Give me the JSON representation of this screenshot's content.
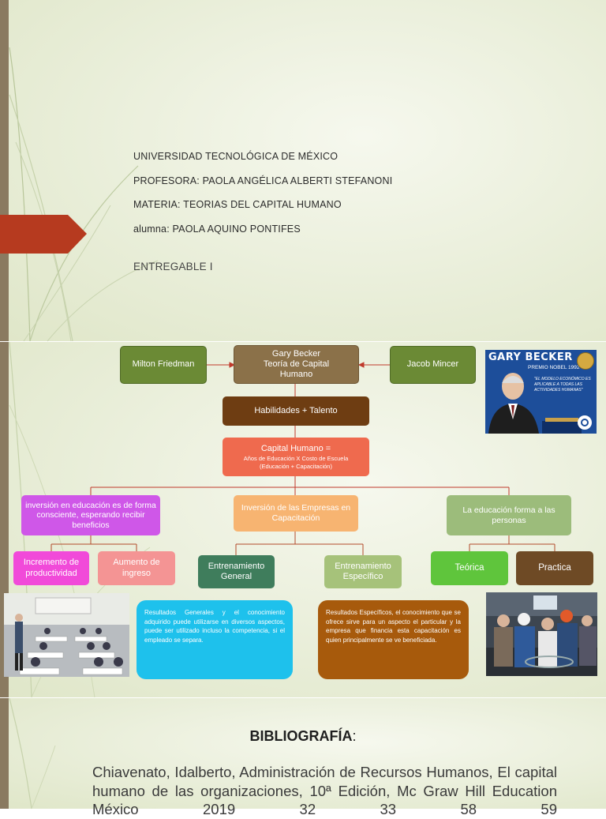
{
  "cover": {
    "university": "UNIVERSIDAD TECNOLÓGICA DE MÉXICO",
    "professor": "PROFESORA: PAOLA ANGÉLICA ALBERTI STEFANONI",
    "subject": "MATERIA: TEORIAS DEL CAPITAL HUMANO",
    "student": "alumna: PAOLA AQUINO PONTIFES",
    "deliverable": "ENTREGABLE I"
  },
  "map": {
    "friedman": "Milton Friedman",
    "becker": "Gary Becker\nTeoría de Capital\nHumano",
    "mincer": "Jacob Mincer",
    "skills": "Habilidades + Talento",
    "capital_title": "Capital Humano =",
    "capital_formula": "Años de Educación X Costo de Escuela",
    "capital_sub": "(Educación + Capacitación)",
    "invest_edu": "inversión en educación es de forma consciente, esperando recibir beneficios",
    "invest_emp": "Inversión de las Empresas en Capacitación",
    "edu_forms": "La educación forma a las personas",
    "productivity": "Incremento de productividad",
    "income": "Aumento de ingreso",
    "general": "Entrenamiento General",
    "specific": "Entrenamiento Específico",
    "theory": "Teórica",
    "practice": "Practica",
    "general_text": "Resultados Generales y el conocimiento adquirido puede utilizarse en diversos aspectos, puede ser utilizado incluso la competencia, si el empleado se separa.",
    "specific_text": "Resultados Específicos, el conocimiento que se ofrece sirve para un aspecto el particular y la empresa que financia esta capacitación es quien principalmente se ve beneficiada."
  },
  "poster": {
    "name": "GARY BECKER",
    "award": "PREMIO NOBEL 1992",
    "quote": "\"EL MODELO ECONÓMICO ES APLICABLE A TODAS LAS ACTIVIDADES HUMANAS\""
  },
  "bibliography": {
    "title": "BIBLIOGRAFÍA",
    "title_suffix": ":",
    "entry": "Chiavenato, Idalberto, Administración de Recursos Humanos, El capital humano de las organizaciones, 10ª Edición, Mc Graw Hill Education México 2019 32 33 58 59"
  },
  "colors": {
    "olive": "#6b8a35",
    "brown": "#8b7149",
    "darkbrown": "#6e3d12",
    "coral": "#ef6a4e",
    "violet": "#cf57e8",
    "peach": "#f7b471",
    "sage": "#9cbc7b",
    "magenta": "#f14ad9",
    "pink": "#f49494",
    "teal": "#3f7d5c",
    "greenlight": "#a6c27a",
    "green": "#5fc53c",
    "cyan": "#1ec1ec",
    "rust": "#a75a0c",
    "accent": "#b63a1f"
  }
}
